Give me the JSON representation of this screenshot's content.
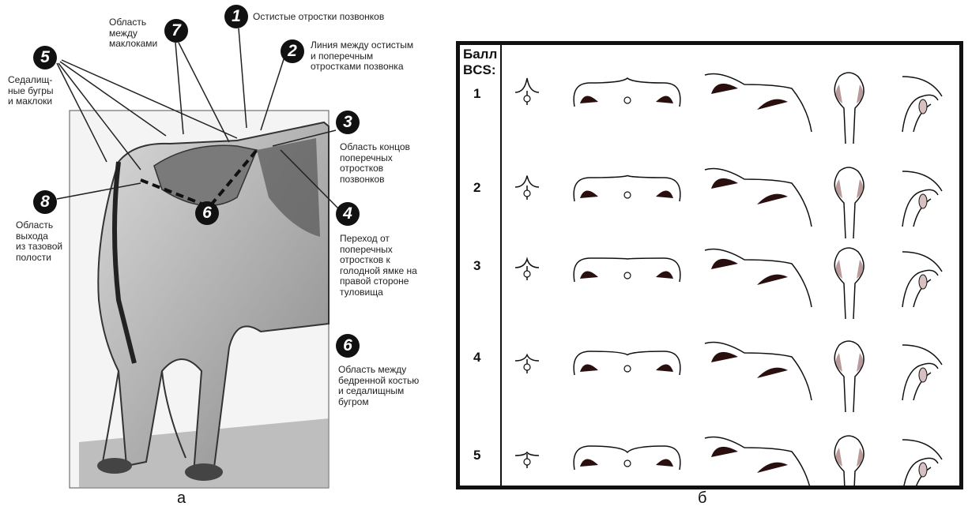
{
  "left": {
    "labels": {
      "l1": "Остистые отростки позвонков",
      "l2": "Линия между остистым\nи поперечным\nотростками позвонка",
      "l3": "Область концов\nпоперечных\nотростков\nпозвонков",
      "l4": "Переход от\nпоперечных\nотростков к\nголодной ямке на\nправой стороне\nтуловища",
      "l5": "Седалищ-\nные бугры\nи маклоки",
      "l6": "Область между\nбедренной костью\nи седалищным\nбугром",
      "l7": "Область\nмежду\nмаклоками",
      "l8": "Область\nвыхода\nиз тазовой\nполости"
    },
    "badges": {
      "b1": "1",
      "b2": "2",
      "b3": "3",
      "b4": "4",
      "b5": "5",
      "b6a": "6",
      "b6b": "6",
      "b7": "7",
      "b8": "8"
    },
    "caption": "а"
  },
  "right": {
    "header": "Балл\nBCS:",
    "scores": [
      "1",
      "2",
      "3",
      "4",
      "5"
    ],
    "caption": "б"
  }
}
